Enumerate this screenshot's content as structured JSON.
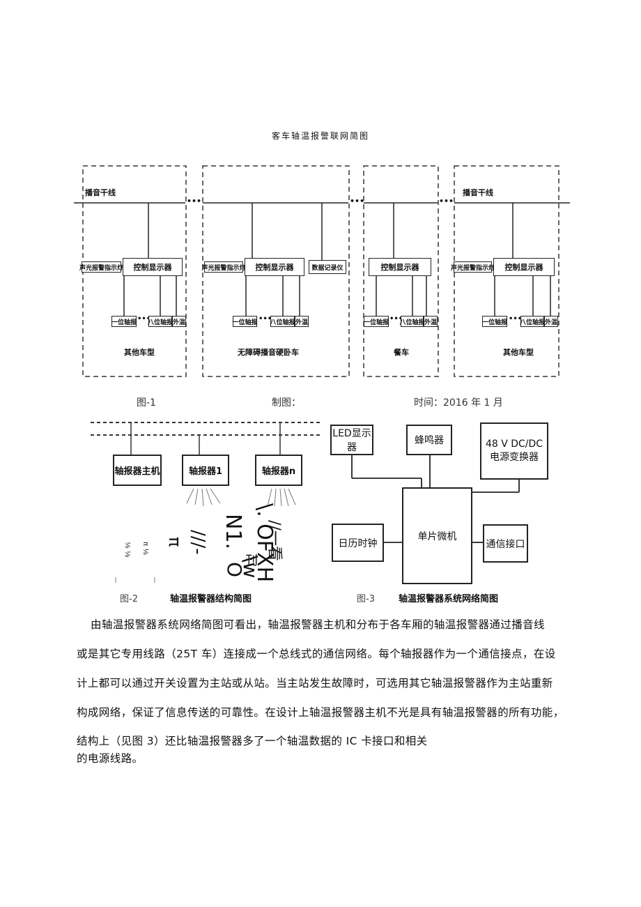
{
  "fig1": {
    "title": "客车轴温报警联网简图",
    "broadcast_label": "播音干线",
    "dots": "•••",
    "cars": [
      {
        "alarm_light": "声光报警指示灯",
        "controller": "控制显示器",
        "sensor_first": "一位轴报",
        "sensor_eighth": "八位轴报",
        "external": "外温",
        "car_type": "其他车型"
      },
      {
        "alarm_light": "声光报警指示灯",
        "controller": "控制显示器",
        "recorder": "数据记录仪",
        "sensor_first": "一位轴报",
        "sensor_eighth": "八位轴报",
        "external": "外温",
        "car_type": "无障碍播音硬卧车"
      },
      {
        "controller": "控制显示器",
        "sensor_first": "一位轴报",
        "sensor_eighth": "八位轴报",
        "external": "外温",
        "car_type": "餐车"
      },
      {
        "alarm_light": "声光报警指示灯",
        "controller": "控制显示器",
        "sensor_first": "一位轴报",
        "sensor_eighth": "八位轴报",
        "external": "外温",
        "car_type": "其他车型"
      }
    ],
    "caption_fig": "图-1",
    "caption_maker": "制图：",
    "caption_time": "时间：2016 年 1 月"
  },
  "fig2": {
    "host": "轴报器主机",
    "unit1": "轴报器1",
    "unitn": "轴报器n",
    "ocr_1": "\\. OFXH",
    "ocr_2": "N1.",
    "ocr_3": "//一看",
    "ocr_4": "刊",
    "ocr_5": "\\w",
    "ocr_6": "O",
    "ocr_7": "///-",
    "ocr_8": "π",
    "ocr_9": "⅛ ⅛",
    "ocr_10": "π ⅛",
    "caption_fig": "图-2",
    "caption_title": "轴温报警器结构简图"
  },
  "fig3": {
    "led": "LED显示器",
    "buzzer": "蜂鸣器",
    "power_line1": "48 V DC/DC",
    "power_line2": "电源变换器",
    "calendar": "日历时钟",
    "mcu": "单片微机",
    "comm": "通信接口",
    "caption_fig": "图-3",
    "caption_title": "轴温报警器系统网络简图"
  },
  "paragraph": [
    "由轴温报警器系统网络简图可看出，轴温报警器主机和分布于各车厢的轴温报警器通过播音线",
    "或是其它专用线路（25T 车）连接成一个总线式的通信网络。每个轴报器作为一个通信接点，在设",
    "计上都可以通过开关设置为主站或从站。当主站发生故障时，可选用其它轴温报警器作为主站重新",
    "构成网络，保证了信息传送的可靠性。在设计上轴温报警器主机不光是具有轴温报警器的所有功能，",
    "结构上（见图 3）还比轴温报警器多了一个轴温数据的 IC 卡接口和相关",
    "的电源线路。"
  ]
}
